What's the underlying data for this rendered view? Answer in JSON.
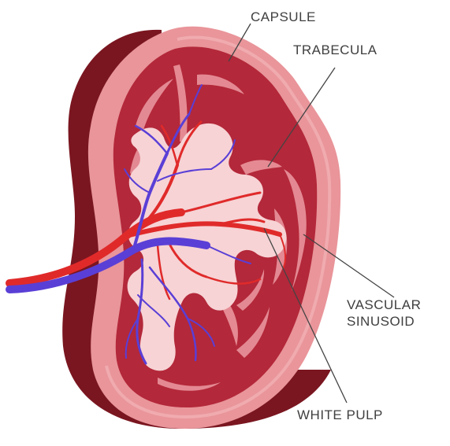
{
  "labels": {
    "capsule": "CAPSULE",
    "trabecula": "TRABECULA",
    "vascular_sinusoid_line1": "VASCULAR",
    "vascular_sinusoid_line2": "SINUSOID",
    "white_pulp": "WHITE PULP"
  },
  "colors": {
    "capsule": "#e9959a",
    "capsule_edge": "#8a1a24",
    "red_pulp": "#b3283a",
    "red_pulp_light": "#c8404f",
    "white_pulp": "#f7d3d5",
    "sinusoid": "#ec9aa3",
    "artery": "#e02a2a",
    "vein": "#5a3fd6",
    "leader_line": "#444444"
  }
}
